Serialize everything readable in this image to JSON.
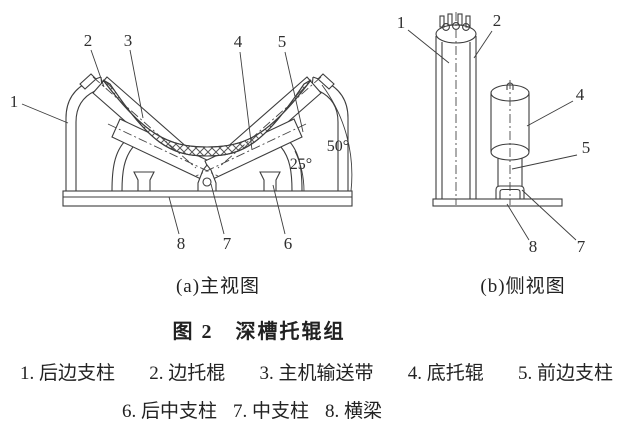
{
  "figure": {
    "title": "图 2　深槽托辊组",
    "front_view": {
      "caption": "(a)主视图",
      "part_labels": {
        "1": "1",
        "2": "2",
        "3": "3",
        "4": "4",
        "5": "5",
        "6": "6",
        "7": "7",
        "8": "8"
      },
      "angle_labels": {
        "side_roller": "50°",
        "mid_roller": "25°"
      }
    },
    "side_view": {
      "caption": "(b)侧视图",
      "part_labels": {
        "1": "1",
        "2": "2",
        "4": "4",
        "5": "5",
        "7": "7",
        "8": "8"
      }
    },
    "legend": {
      "line1": [
        "1. 后边支柱",
        "2. 边托棍",
        "3. 主机输送带",
        "4. 底托辊",
        "5. 前边支柱"
      ],
      "line2": [
        "6. 后中支柱",
        "7. 中支柱",
        "8. 横梁"
      ]
    }
  }
}
